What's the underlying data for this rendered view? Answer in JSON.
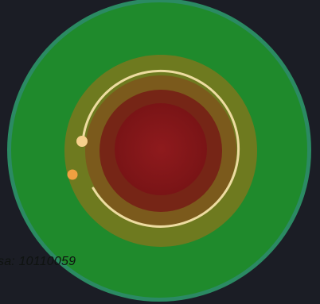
{
  "game": {
    "seed_text": "sa: 10110059"
  },
  "colors": {
    "background": "#1b1d25",
    "outer_rim": "#2b8a63",
    "outer_field": "#1f8a2c",
    "ring_olive": "#6e7a1f",
    "ring_brown": "#7b5a1c",
    "ring_darkred": "#762516",
    "core_red": "#8a1619",
    "track": "#f3e1a8",
    "player_marker": "#f6d08c",
    "target_marker": "#f0a041"
  },
  "icons": {
    "player": "cream-dot",
    "target": "orange-dot"
  }
}
